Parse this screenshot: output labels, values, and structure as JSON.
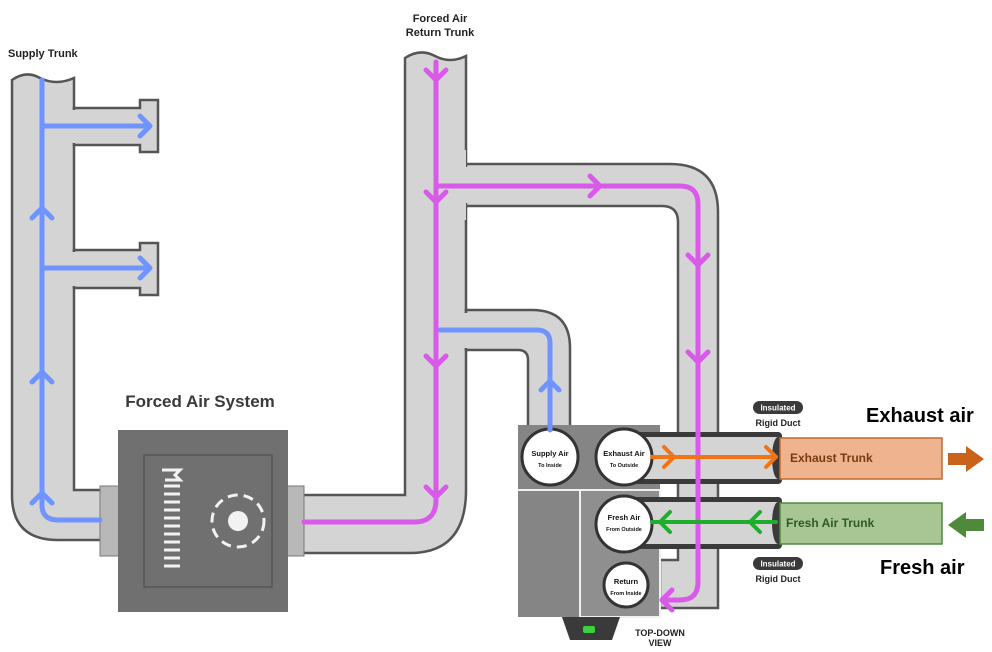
{
  "labels": {
    "supply_trunk": "Supply Trunk",
    "return_trunk_line1": "Forced Air",
    "return_trunk_line2": "Return Trunk",
    "forced_air_system": "Forced Air System",
    "insulated_top_line1": "Insulated",
    "insulated_top_line2": "Rigid Duct",
    "insulated_bottom_line1": "Insulated",
    "insulated_bottom_line2": "Rigid Duct",
    "exhaust_air": "Exhaust air",
    "fresh_air": "Fresh air",
    "exhaust_trunk": "Exhaust Trunk",
    "fresh_air_trunk": "Fresh Air Trunk",
    "top_down_line1": "TOP-DOWN",
    "top_down_line2": "VIEW"
  },
  "ports": {
    "supply_air": {
      "main": "Supply Air",
      "sub": "To Inside"
    },
    "exhaust_air": {
      "main": "Exhaust Air",
      "sub": "To Outside"
    },
    "fresh_air": {
      "main": "Fresh Air",
      "sub": "From Outside"
    },
    "return": {
      "main": "Return",
      "sub": "From Inside"
    }
  },
  "colors": {
    "duct_fill": "#d4d4d4",
    "duct_stroke": "#555555",
    "supply_flow": "#6f93ff",
    "return_flow": "#d95ae8",
    "exhaust_flow": "#f07415",
    "fresh_flow": "#1fae2c",
    "exhaust_box": "#efb48f",
    "fresh_box": "#a8c594",
    "furnace": "#707070",
    "erv_unit": "#8a8a8a",
    "indicator": "#3ad13a"
  }
}
